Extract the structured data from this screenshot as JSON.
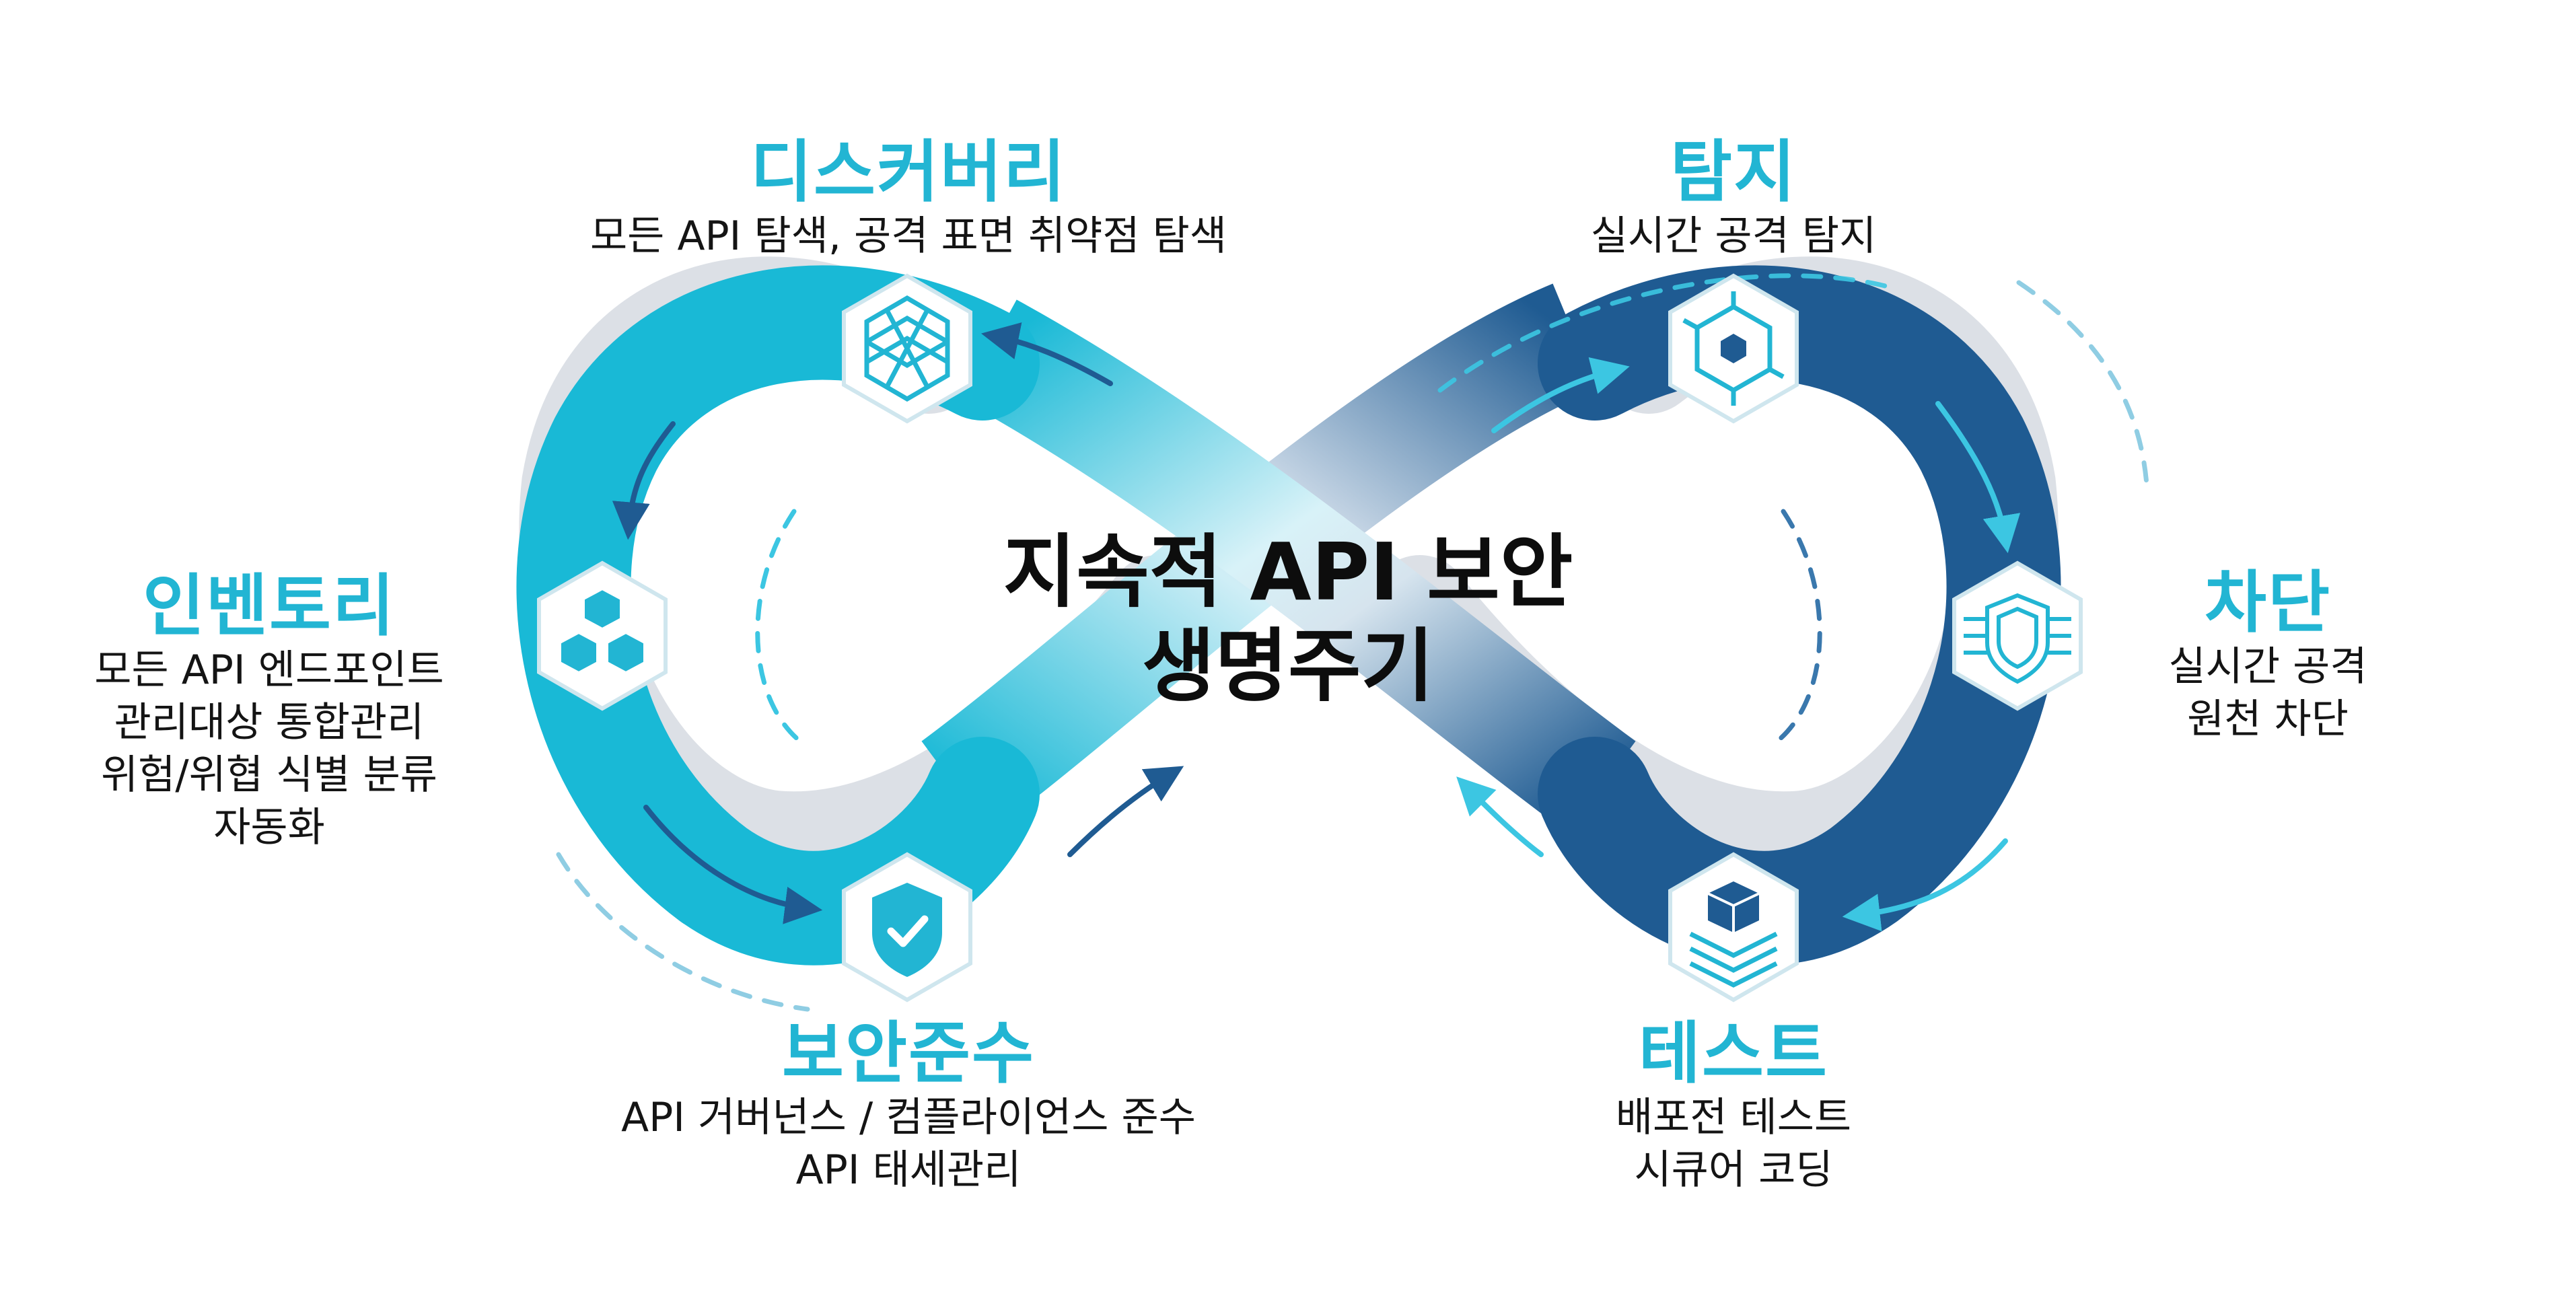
{
  "center": {
    "line1": "지속적 API 보안",
    "line2": "생명주기"
  },
  "stages": {
    "discovery": {
      "title": "디스커버리",
      "desc": [
        "모든 API 탐색, 공격 표면 취약점 탐색"
      ],
      "icon": "grid-cube-icon"
    },
    "detection": {
      "title": "탐지",
      "desc": [
        "실시간 공격 탐지"
      ],
      "icon": "radar-target-icon"
    },
    "inventory": {
      "title": "인벤토리",
      "desc": [
        "모든 API 엔드포인트",
        "관리대상 통합관리",
        "위험/위협 식별 분류",
        "자동화"
      ],
      "icon": "cubes-icon"
    },
    "blocking": {
      "title": "차단",
      "desc": [
        "실시간 공격",
        "원천 차단"
      ],
      "icon": "shield-firewall-icon"
    },
    "compliance": {
      "title": "보안준수",
      "desc": [
        "API 거버넌스 / 컴플라이언스 준수",
        "API 태세관리"
      ],
      "icon": "shield-check-icon"
    },
    "testing": {
      "title": "테스트",
      "desc": [
        "배포전 테스트",
        "시큐어 코딩"
      ],
      "icon": "layers-icon"
    }
  },
  "colors": {
    "light_loop": "#19b9d6",
    "dark_loop": "#1f5b92",
    "accent": "#22b5d3",
    "label_title": "#22b5d3"
  }
}
